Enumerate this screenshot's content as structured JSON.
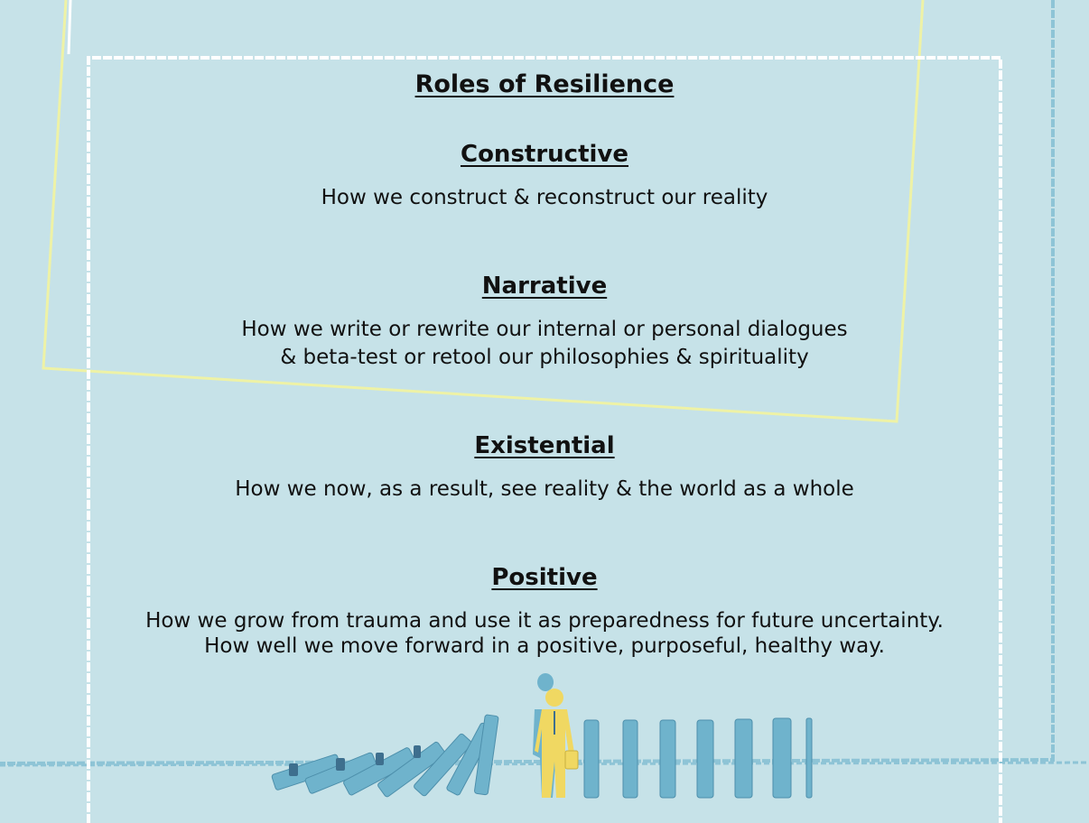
{
  "title": "Roles of Resilience",
  "sections": [
    {
      "heading": "Constructive",
      "lines": [
        "How we construct & reconstruct our reality"
      ]
    },
    {
      "heading": "Narrative",
      "lines": [
        "How we write or rewrite our internal or personal dialogues",
        "& beta-test or retool our philosophies & spirituality"
      ]
    },
    {
      "heading": "Existential",
      "lines": [
        "How we now, as a result, see reality & the world as a whole"
      ]
    },
    {
      "heading": "Positive",
      "lines": [
        "How we grow from trauma and use it as preparedness for future uncertainty.",
        "How well we move forward in a positive, purposeful, healthy way."
      ]
    }
  ],
  "colors": {
    "background": "#c6e2e8",
    "frame_white": "#ffffff",
    "frame_yellow": "#eef2a6",
    "frame_blue": "#8ec4d6",
    "domino": "#6fb3cc",
    "figure": "#f0d862"
  }
}
